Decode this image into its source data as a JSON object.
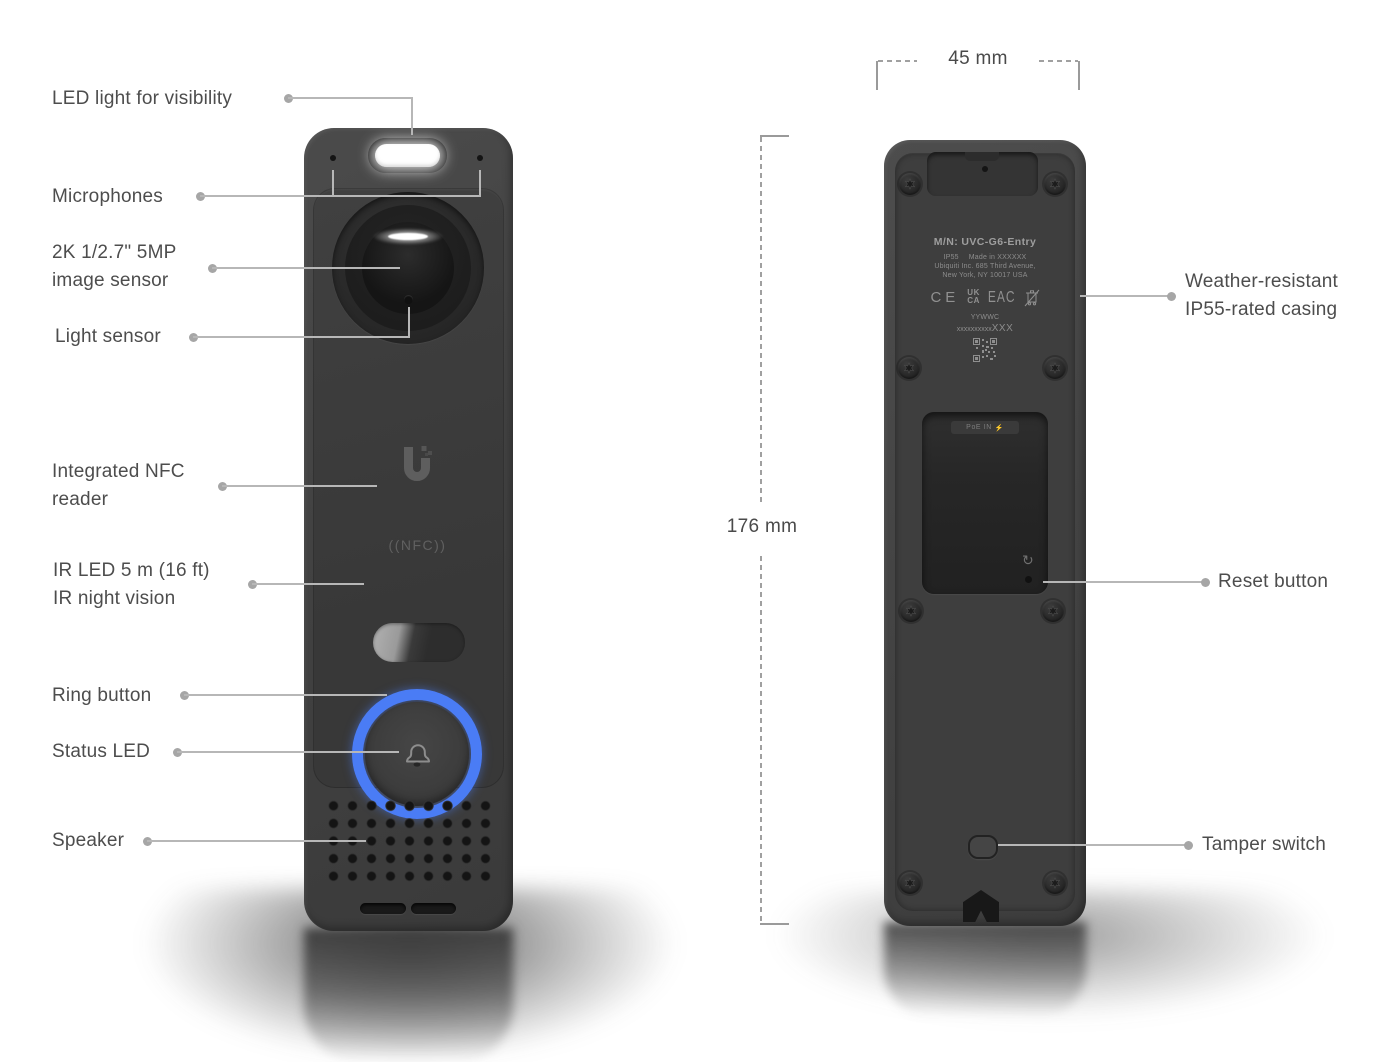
{
  "colors": {
    "background": "#ffffff",
    "label_text": "#4d4d4d",
    "leader_line": "#b7b7b7",
    "device_gray": "#414141",
    "status_led_blue": "#4a7cf5"
  },
  "callouts": {
    "left": [
      {
        "lines": [
          "LED light for visibility"
        ]
      },
      {
        "lines": [
          "Microphones"
        ]
      },
      {
        "lines": [
          "2K 1/2.7\" 5MP",
          "image sensor"
        ]
      },
      {
        "lines": [
          "Light sensor"
        ]
      },
      {
        "lines": [
          "Integrated NFC",
          "reader"
        ]
      },
      {
        "lines": [
          "IR LED 5 m (16 ft)",
          "IR night vision"
        ]
      },
      {
        "lines": [
          "Ring button"
        ]
      },
      {
        "lines": [
          "Status LED"
        ]
      },
      {
        "lines": [
          "Speaker"
        ]
      }
    ],
    "right": [
      {
        "lines": [
          "Weather-resistant",
          "IP55-rated casing"
        ]
      },
      {
        "lines": [
          "Reset button"
        ]
      },
      {
        "lines": [
          "Tamper switch"
        ]
      }
    ]
  },
  "dimensions": {
    "width": "45 mm",
    "height": "176 mm"
  },
  "front_device": {
    "nfc_marking": "((NFC))"
  },
  "back_device": {
    "model": "M/N: UVC-G6-Entry",
    "rating": "IP55",
    "made_in": "Made in XXXXXX",
    "address_line_1": "Ubiquiti Inc. 685 Third Avenue,",
    "address_line_2": "New York, NY 10017 USA",
    "cert_ce": "CE",
    "cert_uk": "UK",
    "cert_ca": "CA",
    "cert_eac": "EAC",
    "date_code": "YYWWC",
    "serial_prefix": "xxxxxxxxxx",
    "serial_suffix": "XXX",
    "poe_label": "PoE IN",
    "poe_bolt": "⚡",
    "reset_glyph": "↻"
  }
}
